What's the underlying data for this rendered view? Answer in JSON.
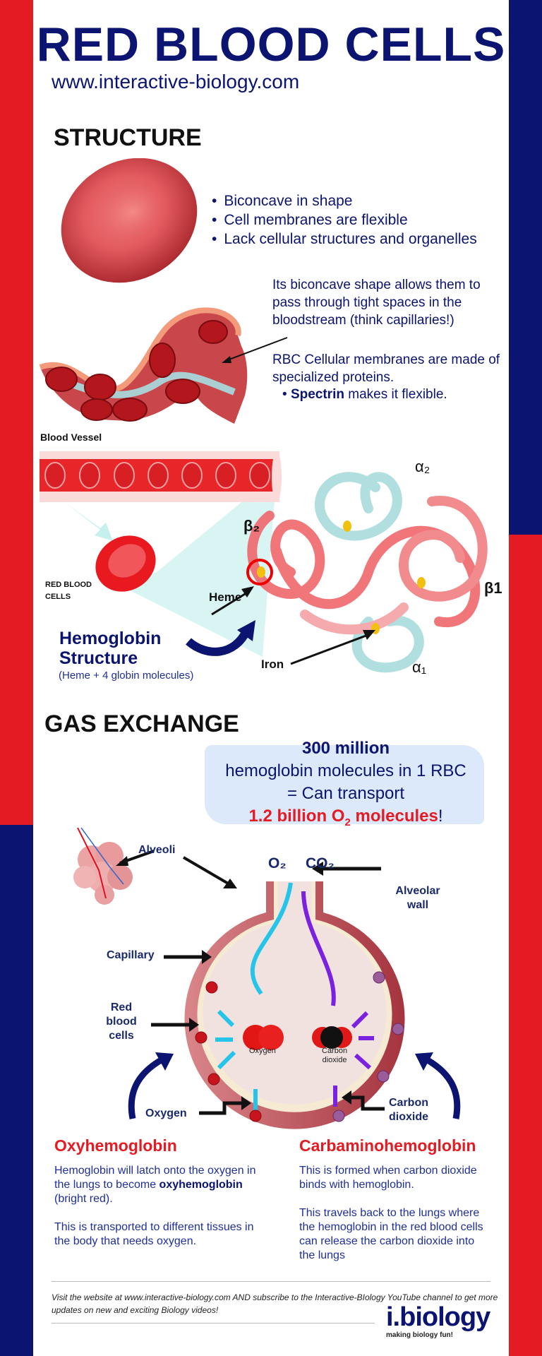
{
  "header": {
    "title": "RED BLOOD CELLS",
    "url": "www.interactive-biology.com"
  },
  "colors": {
    "navy": "#0b1470",
    "red": "#e41b23",
    "callout_bg": "#dce9fb"
  },
  "structure": {
    "heading": "STRUCTURE",
    "bullets": [
      "Biconcave in shape",
      "Cell membranes are flexible",
      "Lack cellular structures and organelles"
    ],
    "paragraph1": "Its biconcave shape allows them to pass through tight spaces in the bloodstream (think capillaries!)",
    "paragraph2": "RBC Cellular membranes are made of specialized proteins.",
    "spectrin_bold": "Spectrin",
    "spectrin_rest": " makes it flexible.",
    "blood_vessel_label": "Blood Vessel",
    "rbc_label_line1": "RED BLOOD",
    "rbc_label_line2": "CELLS",
    "labels": {
      "alpha2": "α₂",
      "beta2": "β₂",
      "beta1": "β1",
      "alpha1": "α₁",
      "heme": "Heme",
      "iron": "Iron"
    },
    "hemoglobin_title_line1": "Hemoglobin",
    "hemoglobin_title_line2": "Structure",
    "hemoglobin_subtitle": "(Heme + 4 globin molecules)"
  },
  "gas_exchange": {
    "heading": "GAS EXCHANGE",
    "callout": {
      "line1": "300 million",
      "line2": "hemoglobin molecules in 1 RBC",
      "line3": "= Can transport",
      "line4_a": "1.2 billion O",
      "line4_sub": "2",
      "line4_b": " molecules",
      "line4_end": "!"
    },
    "diagram": {
      "alveoli": "Alveoli",
      "o2": "O₂",
      "co2": "CO₂",
      "alveolar_wall_1": "Alveolar",
      "alveolar_wall_2": "wall",
      "capillary": "Capillary",
      "rbc_1": "Red",
      "rbc_2": "blood",
      "rbc_3": "cells",
      "oxygen_molecule": "Oxygen",
      "co2_molecule_1": "Carbon",
      "co2_molecule_2": "dioxide",
      "oxygen": "Oxygen",
      "carbon_dioxide_1": "Carbon",
      "carbon_dioxide_2": "dioxide"
    },
    "oxy": {
      "heading": "Oxyhemoglobin",
      "p1_a": "Hemoglobin will latch onto the oxygen in the lungs to become ",
      "p1_bold": "oxyhemoglobin",
      "p1_b": " (bright red).",
      "p2": "This is transported to different tissues in the body that needs oxygen."
    },
    "carb": {
      "heading": "Carbaminohemoglobin",
      "p1": "This is formed when carbon dioxide binds with hemoglobin.",
      "p2": "This travels back to the lungs where the hemoglobin in the red blood cells can release the carbon dioxide into the lungs"
    }
  },
  "footer": {
    "text": "Visit the website at www.interactive-biology.com AND subscribe to the Interactive-BIology YouTube channel to get more updates on new and exciting Biology videos!",
    "logo": "i.biology",
    "tagline": "making biology fun!"
  }
}
